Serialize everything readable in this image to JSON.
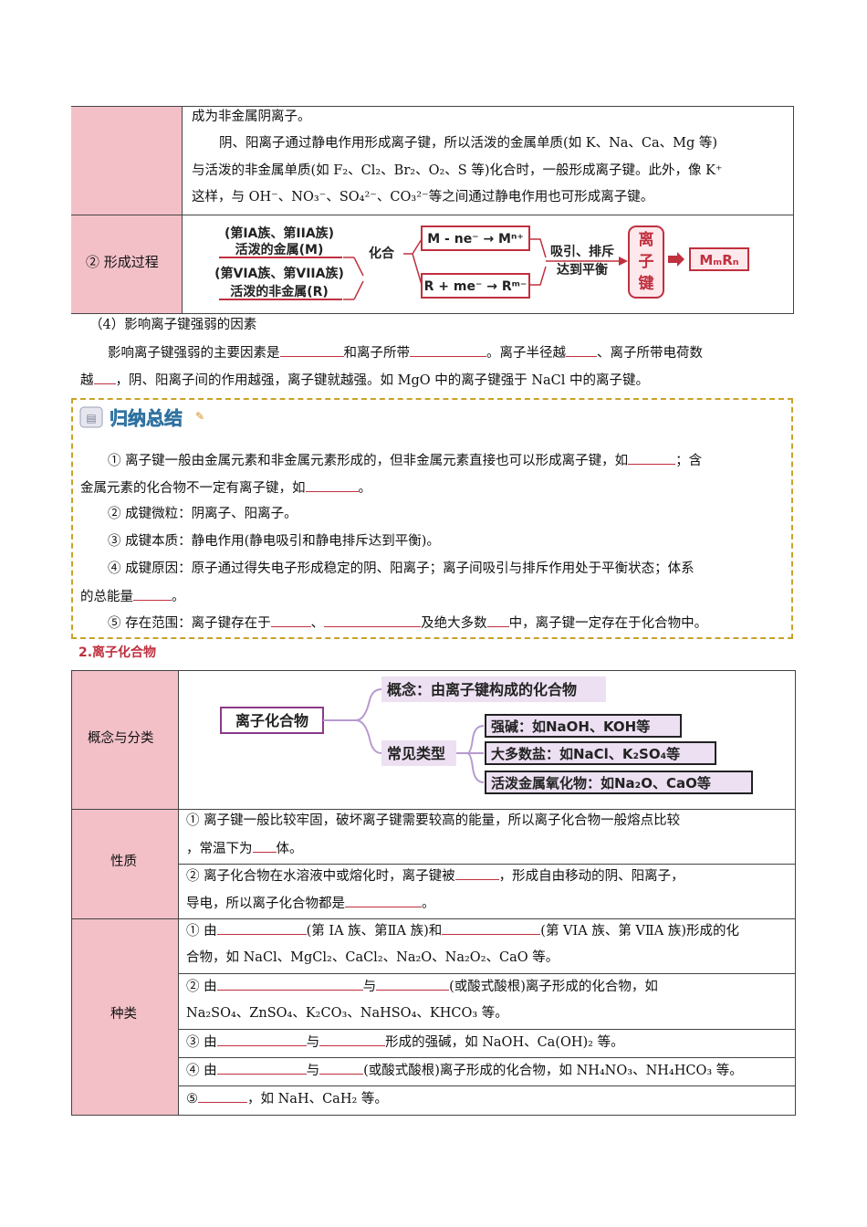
{
  "top_table": {
    "row1": {
      "line1": "成为非金属阴离子。",
      "line2": "阴、阳离子通过静电作用形成离子键，所以活泼的金属单质(如 K、Na、Ca、Mg 等)",
      "line3": "与活泼的非金属单质(如 F₂、Cl₂、Br₂、O₂、S 等)化合时，一般形成离子键。此外，像 K⁺",
      "line4": "这样，与 OH⁻、NO₃⁻、SO₄²⁻、CO₃²⁻等之间通过静电作用也可形成离子键。"
    },
    "row2": {
      "label": "② 形成过程",
      "diagram": {
        "metal_line1": "(第IA族、第IIA族)",
        "metal_line2": "活泼的金属(M)",
        "nonmetal_line1": "(第VIA族、第VIIA族)",
        "nonmetal_line2": "活泼的非金属(R)",
        "combine": "化合",
        "metal_eq": "M - ne⁻ → Mⁿ⁺",
        "nonmetal_eq": "R + me⁻ → Rᵐ⁻",
        "attract_line1": "吸引、排斥",
        "attract_line2": "达到平衡",
        "bond_chars": [
          "离",
          "子",
          "键"
        ],
        "result": "MₘRₙ"
      }
    }
  },
  "section4": {
    "heading": "（4）影响离子键强弱的因素",
    "p1_a": "影响离子键强弱的主要因素是",
    "p1_b": "和离子所带",
    "p1_c": "。离子半径越",
    "p1_d": "、离子所带电荷数",
    "p2_a": "越",
    "p2_b": "，阴、阳离子间的作用越强，离子键就越强。如 MgO 中的离子键强于 NaCl 中的离子键。"
  },
  "summary": {
    "badge": "归纳总结",
    "item1_a": "① 离子键一般由金属元素和非金属元素形成的，但非金属元素直接也可以形成离子键，如",
    "item1_b": "；含",
    "item1_c": "金属元素的化合物不一定有离子键，如",
    "item1_d": "。",
    "item2": "② 成键微粒：阴离子、阳离子。",
    "item3": "③ 成键本质：静电作用(静电吸引和静电排斥达到平衡)。",
    "item4_a": "④ 成键原因：原子通过得失电子形成稳定的阴、阳离子；离子间吸引与排斥作用处于平衡状态；体系",
    "item4_b": "的总能量",
    "item4_c": "。",
    "item5_a": "⑤ 存在范围：离子键存在于",
    "item5_b": "、",
    "item5_c": "及绝大多数",
    "item5_d": "中，离子键一定存在于化合物中。"
  },
  "section2": {
    "heading": "2.离子化合物"
  },
  "table2": {
    "row1": {
      "label": "概念与分类",
      "root": "离子化合物",
      "concept": "概念：由离子键构成的化合物",
      "common": "常见类型",
      "type1": "强碱：如NaOH、KOH等",
      "type2": "大多数盐：如NaCl、K₂SO₄等",
      "type3": "活泼金属氧化物：如Na₂O、CaO等"
    },
    "row2": {
      "label": "性质",
      "p1_line1": "① 离子键一般比较牢固，破坏离子键需要较高的能量，所以离子化合物一般熔点比较",
      "p1_line2_a": "，常温下为",
      "p1_line2_b": "体。",
      "p2_line1_a": "② 离子化合物在水溶液中或熔化时，离子键被",
      "p2_line1_b": "，形成自由移动的阴、阳离子，",
      "p2_line2_a": "导电，所以离子化合物都是",
      "p2_line2_b": "。"
    },
    "row3": {
      "label": "种类",
      "k1_a": "① 由",
      "k1_b": "(第 IA 族、第ⅡA 族)和",
      "k1_c": "(第 VIA 族、第 VⅡA 族)形成的化",
      "k1_line2": "合物，如 NaCl、MgCl₂、CaCl₂、Na₂O、Na₂O₂、CaO 等。",
      "k2_a": "② 由",
      "k2_b": "与",
      "k2_c": "(或酸式酸根)离子形成的化合物，如",
      "k2_line2": "Na₂SO₄、ZnSO₄、K₂CO₃、NaHSO₄、KHCO₃ 等。",
      "k3_a": "③ 由",
      "k3_b": "与",
      "k3_c": "形成的强碱，如 NaOH、Ca(OH)₂ 等。",
      "k4_a": "④ 由",
      "k4_b": "与",
      "k4_c": "(或酸式酸根)离子形成的化合物，如 NH₄NO₃、NH₄HCO₃ 等。",
      "k5_a": "⑤",
      "k5_b": "，如 NaH、CaH₂ 等。"
    }
  },
  "colors": {
    "pink": "#f3c0c8",
    "red": "#c0303f",
    "gold": "#c9a227",
    "purple": "#8a3a8a"
  }
}
